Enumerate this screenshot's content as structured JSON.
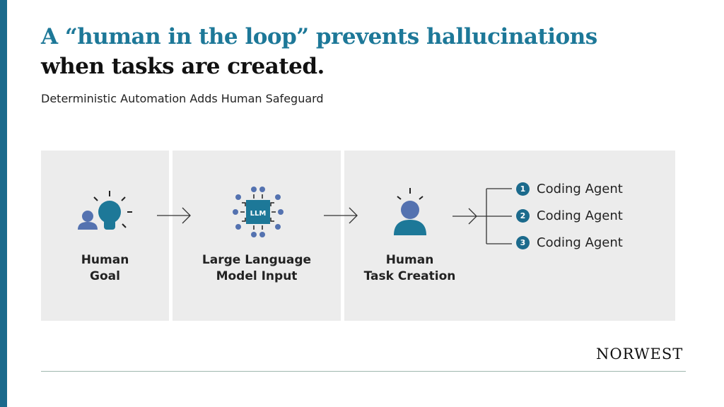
{
  "title_line1": "A “human in the loop” prevents hallucinations",
  "title_line2": "when tasks are created.",
  "subtitle": "Deterministic Automation Adds Human Safeguard",
  "steps": [
    {
      "line1": "Human",
      "line2": "Goal",
      "icon": "person-lightbulb-icon"
    },
    {
      "line1": "Large Language",
      "line2": "Model Input",
      "icon": "llm-chip-icon",
      "chip_label": "LLM"
    },
    {
      "line1": "Human",
      "line2": "Task Creation",
      "icon": "person-alert-icon"
    }
  ],
  "agents": [
    {
      "num": "1",
      "label": "Coding Agent"
    },
    {
      "num": "2",
      "label": "Coding Agent"
    },
    {
      "num": "3",
      "label": "Coding Agent"
    }
  ],
  "logo": "NORWEST",
  "colors": {
    "teal": "#1d7898",
    "blue": "#5472b0",
    "panel": "#ececec"
  }
}
